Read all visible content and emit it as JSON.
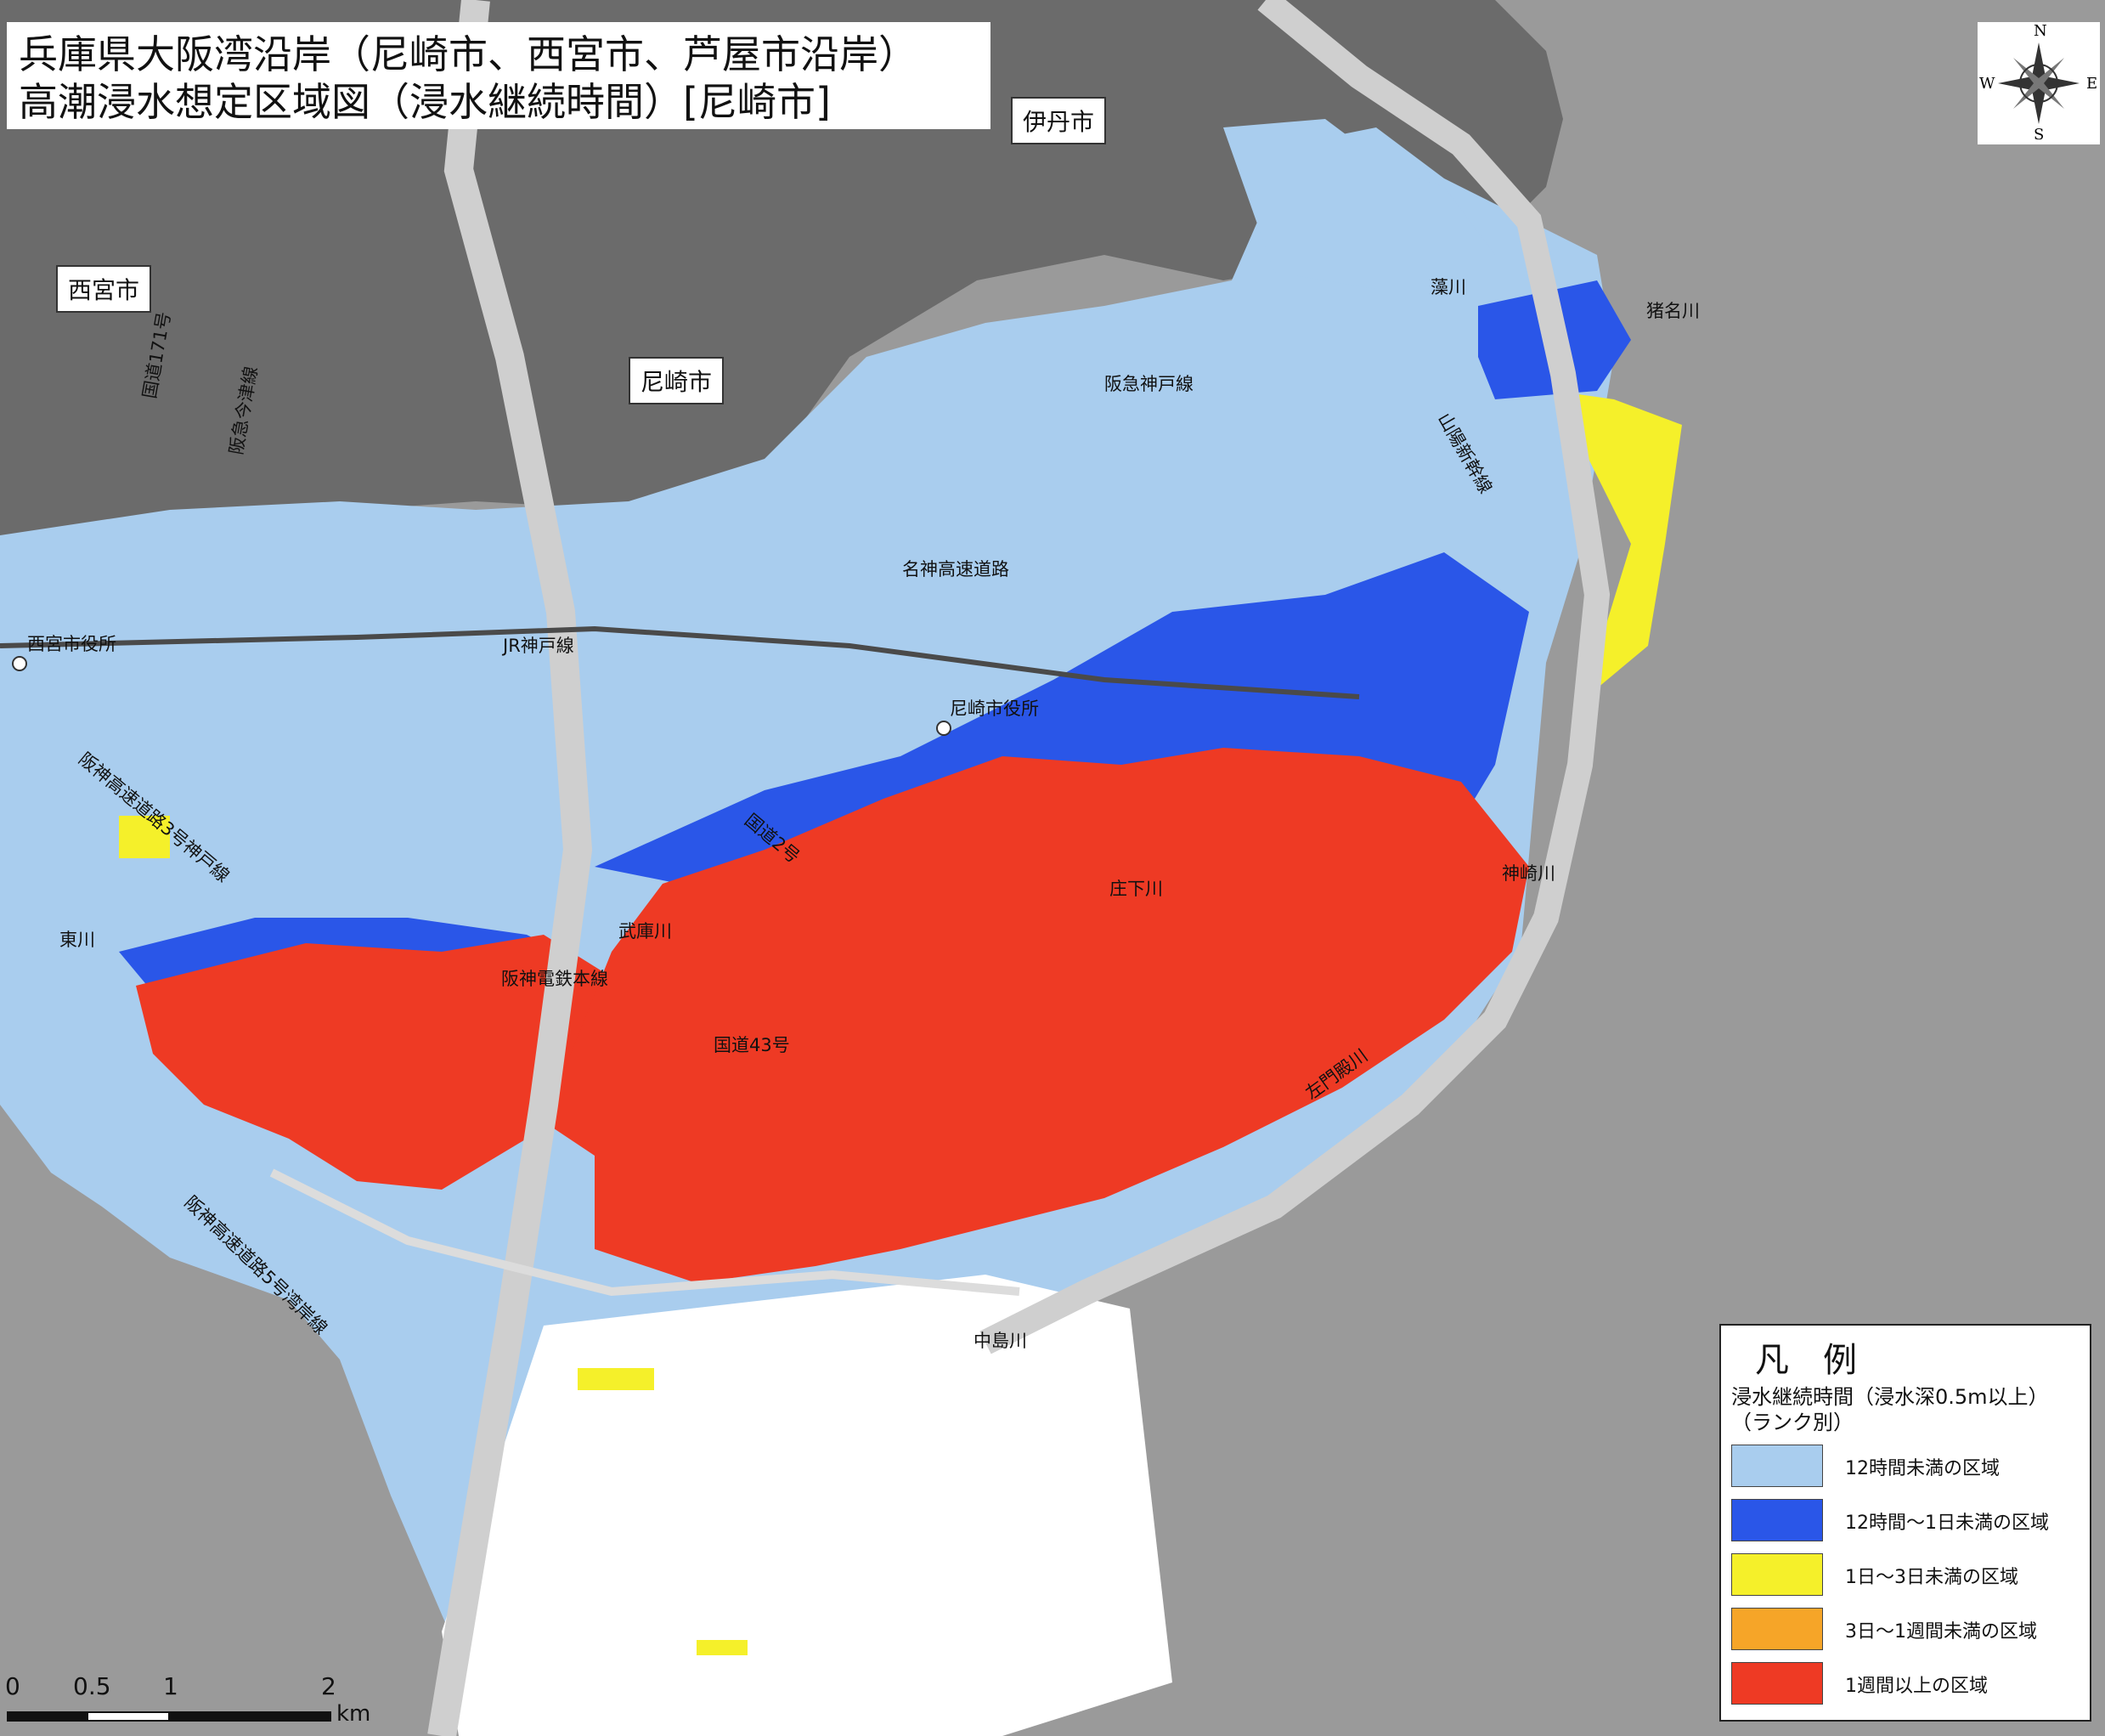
{
  "title": {
    "line1": "兵庫県大阪湾沿岸（尼崎市、西宮市、芦屋市沿岸）",
    "line2": "高潮浸水想定区域図（浸水継続時間）[尼崎市]"
  },
  "places": {
    "itami": "伊丹市",
    "nishinomiya": "西宮市",
    "amagasaki": "尼崎市"
  },
  "labels": {
    "kokudo171": "国道171号",
    "hankyu_imazu": "阪急今津線",
    "hankyu_kobe": "阪急神戸線",
    "mogawa": "藻川",
    "inagawa": "猪名川",
    "sanyo_shinkansen": "山陽新幹線",
    "meishin": "名神高速道路",
    "nishinomiya_city_hall": "西宮市役所",
    "jr_kobe": "JR神戸線",
    "amagasaki_city_hall": "尼崎市役所",
    "hanshin_3": "阪神高速道路3号神戸線",
    "kokudo2": "国道2号",
    "shoge_river": "庄下川",
    "kanzaki_river": "神崎川",
    "muko_river": "武庫川",
    "higashi_river": "東川",
    "hanshin_main": "阪神電鉄本線",
    "kokudo43": "国道43号",
    "samondono": "左門殿川",
    "hanshin_5": "阪神高速道路5号湾岸線",
    "nakajima": "中島川"
  },
  "compass": {
    "n": "N",
    "s": "S",
    "e": "E",
    "w": "W"
  },
  "legend": {
    "title": "凡　例",
    "subtitle": "浸水継続時間（浸水深0.5m以上）",
    "subtitle2": "（ランク別）",
    "items": [
      {
        "label": "12時間未満の区域",
        "color": "#a9cdee"
      },
      {
        "label": "12時間～1日未満の区域",
        "color": "#2a56e8"
      },
      {
        "label": "1日～3日未満の区域",
        "color": "#f5f02a"
      },
      {
        "label": "3日～1週間未満の区域",
        "color": "#f6a528"
      },
      {
        "label": "1週間以上の区域",
        "color": "#ee3a24"
      }
    ]
  },
  "scale": {
    "t0": "0",
    "t05": "0.5",
    "t1": "1",
    "t2": "2",
    "unit": "km"
  },
  "colors": {
    "sea": "#9a9a9a",
    "urban": "#6e6e6e",
    "river": "#cfcfcf",
    "reclaimed_white": "#ffffff"
  }
}
